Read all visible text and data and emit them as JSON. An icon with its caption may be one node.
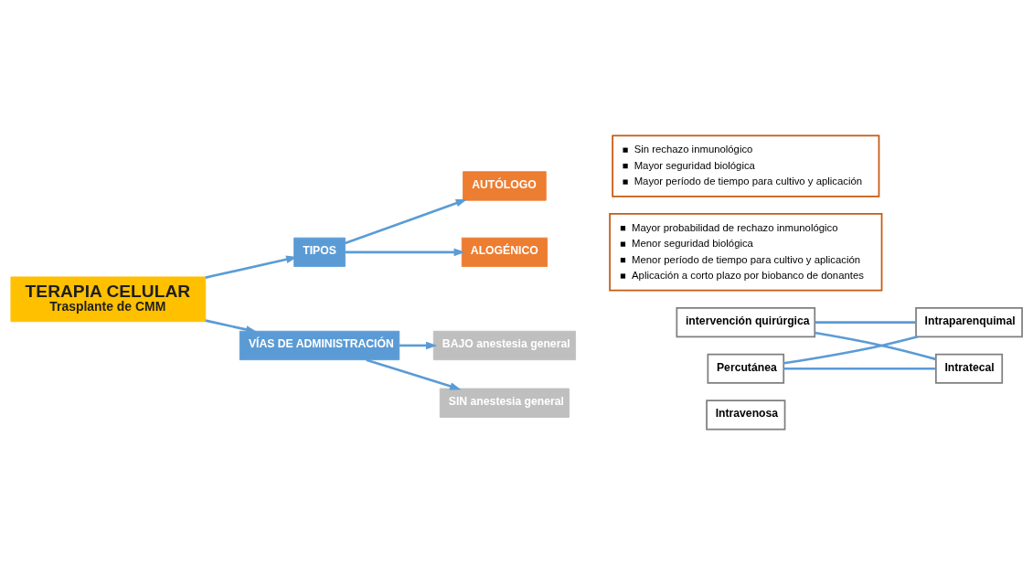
{
  "diagram": {
    "nodes": [
      {
        "text": [
          "TERAPIA CELULAR",
          "Trasplante de CMM"
        ]
      },
      {
        "text": [
          "TIPOS"
        ]
      },
      {
        "text": [
          "AUTÓLOGO"
        ]
      },
      {
        "text": [
          "ALOGÉNICO"
        ]
      },
      {
        "text": [
          "Sin rechazo inmunológico",
          "Mayor seguridad biológica",
          "Mayor período de tiempo para cultivo y aplicación"
        ]
      },
      {
        "text": [
          "Mayor probabilidad de rechazo inmunológico",
          "Menor seguridad biológica",
          "Menor período de tiempo para cultivo y aplicación",
          "Aplicación a corto plazo por biobanco de donantes"
        ]
      },
      {
        "text": [
          "VÍAS DE ADMINISTRACIÓN"
        ]
      },
      {
        "text": [
          "BAJO anestesia general"
        ]
      },
      {
        "text": [
          "SIN anestesia general"
        ]
      },
      {
        "text": [
          "intervención quirúrgica"
        ]
      },
      {
        "text": [
          "Percutánea"
        ]
      },
      {
        "text": [
          "Intraparenquimal"
        ]
      },
      {
        "text": [
          "Intratecal"
        ]
      },
      {
        "text": [
          "Intravenosa"
        ]
      }
    ],
    "edges": [
      {
        "from": 0,
        "to": 1,
        "arrow": "to"
      },
      {
        "from": 1,
        "to": 2,
        "arrow": "to"
      },
      {
        "from": 1,
        "to": 3,
        "arrow": "to"
      },
      {
        "from": 0,
        "to": 6,
        "arrow": "to"
      },
      {
        "from": 6,
        "to": 7,
        "arrow": "to"
      },
      {
        "from": 6,
        "to": 8,
        "arrow": "to"
      },
      {
        "from": 9,
        "to": 11,
        "arrow": "none"
      },
      {
        "from": 9,
        "to": 12,
        "arrow": "none"
      },
      {
        "from": 10,
        "to": 11,
        "arrow": "none"
      },
      {
        "from": 10,
        "to": 12,
        "arrow": "none"
      }
    ]
  }
}
